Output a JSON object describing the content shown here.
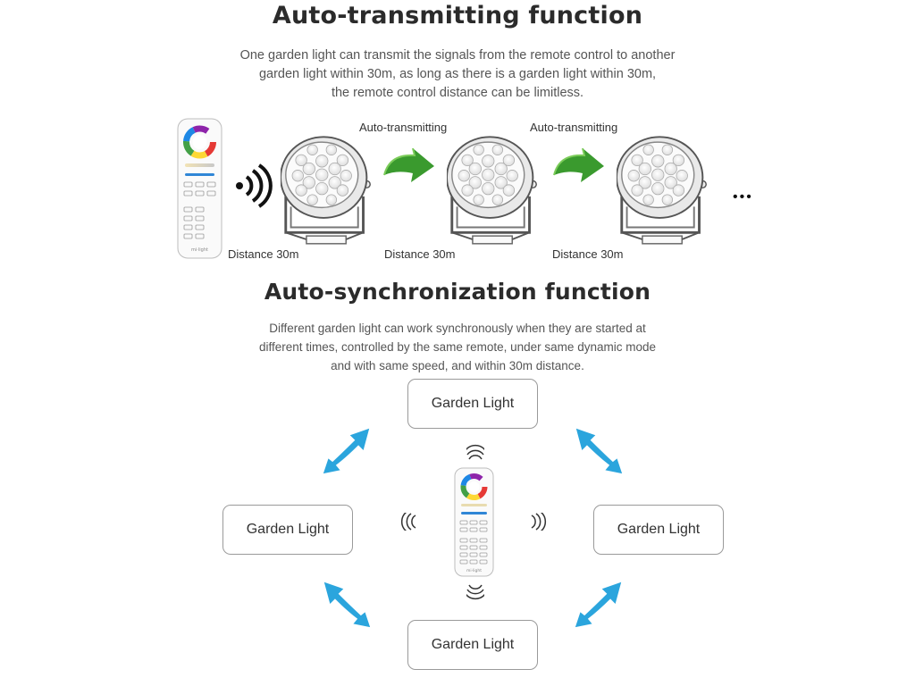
{
  "section1": {
    "title": "Auto-transmitting function",
    "description": [
      "One garden light can transmit the signals from the remote control to another",
      "garden light within 30m, as long as there is a garden light within 30m,",
      "the remote control distance can be limitless."
    ],
    "auto_label": "Auto-transmitting",
    "distance_label": "Distance 30m",
    "ellipsis": "•••",
    "arrow_color": "#3a9a2e"
  },
  "section2": {
    "title": "Auto-synchronization function",
    "description": [
      "Different garden light can work synchronously when they are started at",
      "different times, controlled by the same remote, under same dynamic mode",
      "and with same speed, and within 30m distance."
    ],
    "box_label": "Garden Light",
    "arrow_color": "#2ba5dd"
  },
  "remote_brand": "mi·light"
}
